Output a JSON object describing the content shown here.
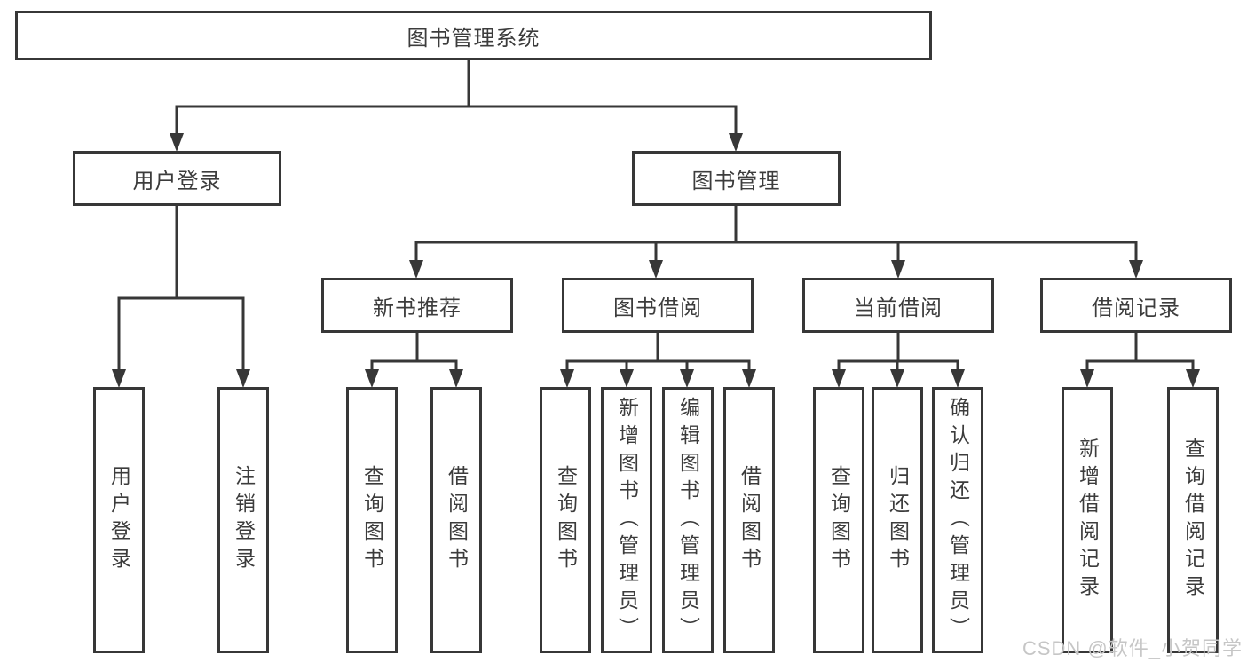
{
  "diagram": {
    "root": {
      "label": "图书管理系统",
      "children": [
        {
          "label": "用户登录",
          "children": [
            {
              "label": "用户登录"
            },
            {
              "label": "注销登录"
            }
          ]
        },
        {
          "label": "图书管理",
          "children": [
            {
              "label": "新书推荐",
              "children": [
                {
                  "label": "查询图书"
                },
                {
                  "label": "借阅图书"
                }
              ]
            },
            {
              "label": "图书借阅",
              "children": [
                {
                  "label": "查询图书"
                },
                {
                  "label": "新增图书（管理员）"
                },
                {
                  "label": "编辑图书（管理员）"
                },
                {
                  "label": "借阅图书"
                }
              ]
            },
            {
              "label": "当前借阅",
              "children": [
                {
                  "label": "查询图书"
                },
                {
                  "label": "归还图书"
                },
                {
                  "label": "确认归还（管理员）"
                }
              ]
            },
            {
              "label": "借阅记录",
              "children": [
                {
                  "label": "新增借阅记录"
                },
                {
                  "label": "查询借阅记录"
                }
              ]
            }
          ]
        }
      ]
    }
  },
  "watermark": "CSDN @软件_小贺同学",
  "colors": {
    "line": "#373737",
    "text": "#3c3c3c",
    "watermark": "#c6c6c6",
    "background": "#ffffff"
  }
}
